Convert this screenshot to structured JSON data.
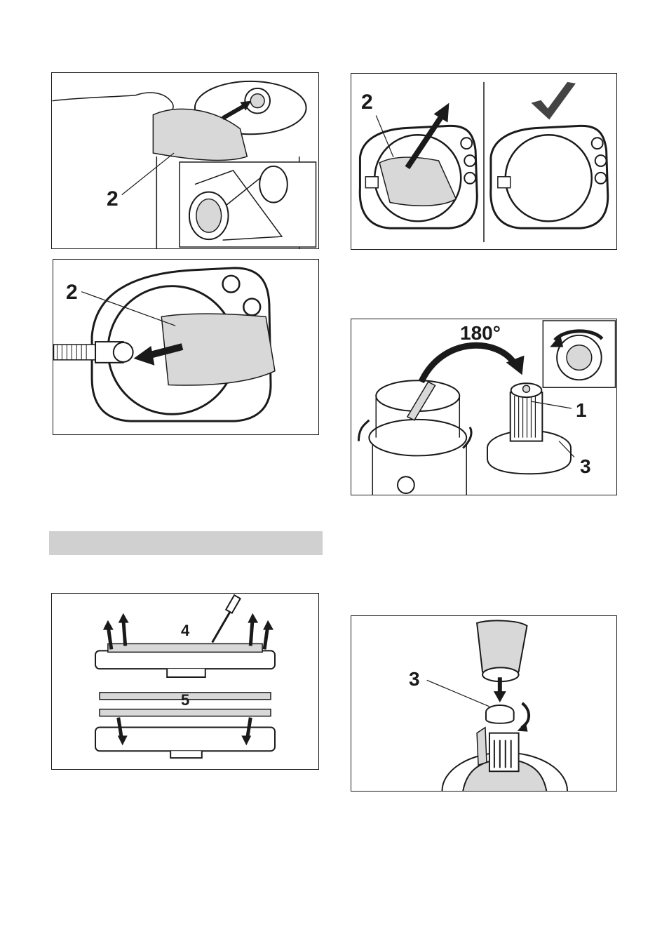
{
  "figures": {
    "fig1": {
      "callout": "2"
    },
    "fig2": {
      "callout": "2"
    },
    "fig3": {
      "callout": "2"
    },
    "fig4": {
      "angle": "180°",
      "callout_filter": "1",
      "callout_basket": "3"
    },
    "fig5": {
      "callout_top": "4",
      "callout_strip": "5"
    },
    "fig6": {
      "callout": "3"
    }
  },
  "section_heading": "",
  "colors": {
    "line": "#1a1a1a",
    "bag_fill": "#d8d8d8",
    "section_bar": "#d0d0d0",
    "check": "#444444"
  }
}
